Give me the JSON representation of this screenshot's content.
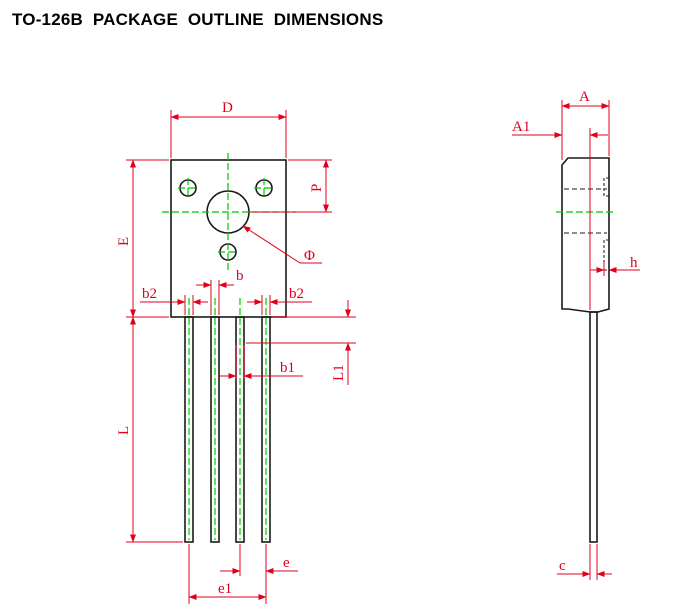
{
  "title": "TO-126B  PACKAGE  OUTLINE  DIMENSIONS",
  "labels": {
    "D": "D",
    "A": "A",
    "A1": "A1",
    "P": "P",
    "E": "E",
    "phi": "Φ",
    "b": "b",
    "b2_left": "b2",
    "b2_right": "b2",
    "b1": "b1",
    "L1": "L1",
    "L": "L",
    "h": "h",
    "e": "e",
    "e1": "e1",
    "c": "c"
  },
  "colors": {
    "outline": "#1a1a1a",
    "dimension": "#e0001b",
    "centerline": "#00c800"
  }
}
